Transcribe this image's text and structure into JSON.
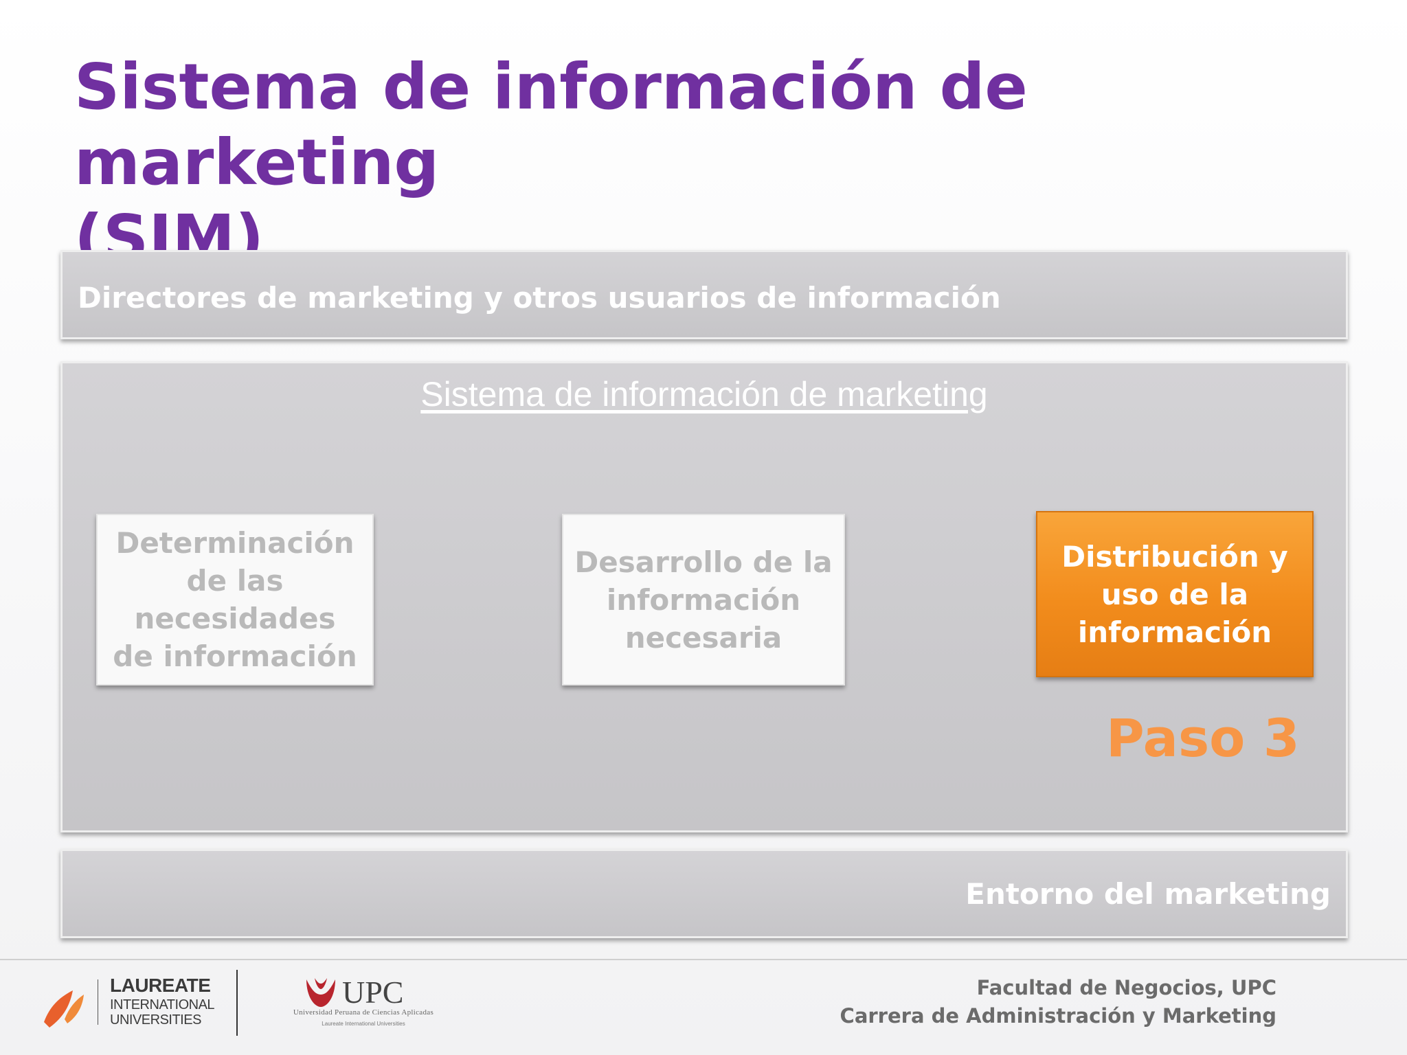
{
  "slide": {
    "title_line1": "Sistema de información de marketing",
    "title_line2": "(SIM)"
  },
  "diagram": {
    "top_band_label": "Directores de marketing y otros usuarios de información",
    "middle_heading": "Sistema de información de marketing",
    "bottom_band_label": "Entorno del marketing",
    "boxes": [
      {
        "label": "Determinación de las necesidades de información",
        "highlighted": false
      },
      {
        "label": "Desarrollo de la información necesaria",
        "highlighted": false
      },
      {
        "label": "Distribución y uso de la información",
        "highlighted": true
      }
    ],
    "step_label": "Paso 3",
    "colors": {
      "title": "#7030a0",
      "band": "#c9c8cb",
      "highlight": "#f28c1c",
      "step": "#f79646",
      "inactive_text": "#b9b9b9"
    }
  },
  "footer": {
    "laureate_line1": "LAUREATE",
    "laureate_line2": "INTERNATIONAL",
    "laureate_line3": "UNIVERSITIES",
    "upc_name": "UPC",
    "upc_full": "Universidad Peruana de Ciencias Aplicadas",
    "upc_sub": "Laureate International Universities",
    "faculty": "Facultad de Negocios, UPC",
    "career": "Carrera de Administración y Marketing"
  }
}
